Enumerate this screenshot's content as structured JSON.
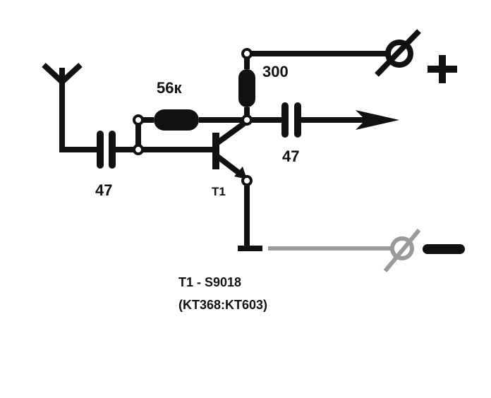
{
  "colors": {
    "wire": "#111111",
    "negative_wire": "#9a9a9a",
    "background": "#ffffff"
  },
  "labels": {
    "r_base": "56к",
    "r_collector": "300",
    "c_input": "47",
    "c_output": "47",
    "transistor_ref": "T1",
    "plus_terminal": "+",
    "minus_terminal": "–"
  },
  "notes": {
    "line1": "T1 -  S9018",
    "line2": "(KT368:KT603)"
  },
  "icons": {
    "antenna": "antenna-icon",
    "output": "arrow-right-icon",
    "terminal": "terminal-icon"
  }
}
